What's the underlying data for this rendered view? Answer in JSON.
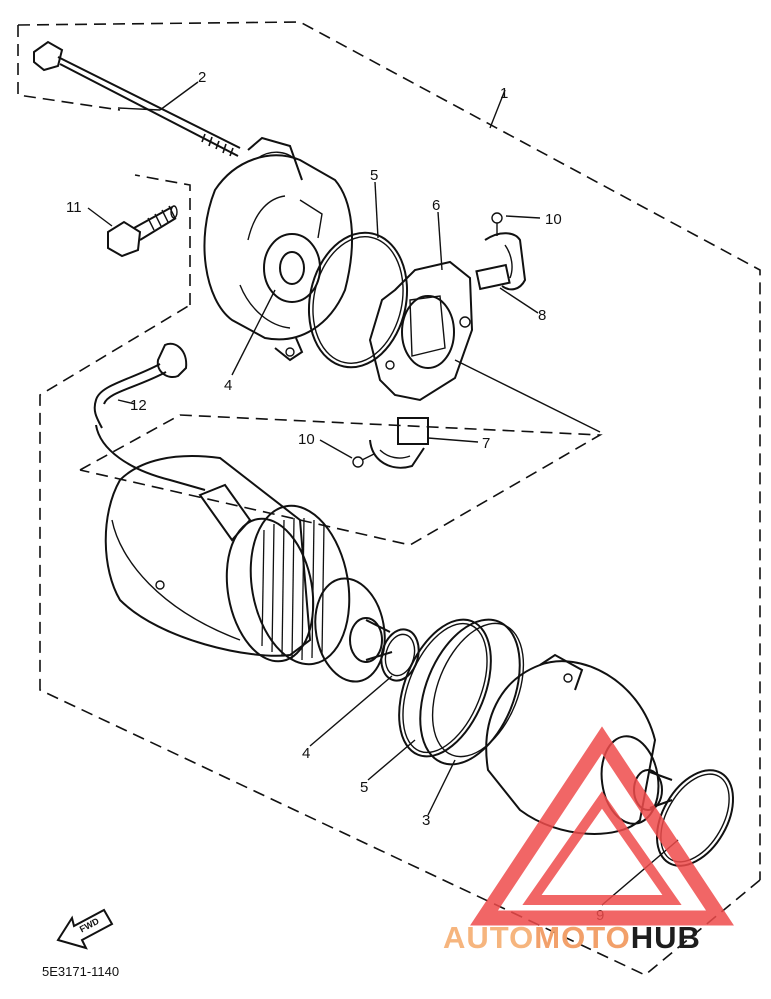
{
  "diagram": {
    "part_number": "5E3171-1140",
    "fwd_label": "FWD",
    "watermark": {
      "part1": "AUTO",
      "part2": "MOTO",
      "part3": "HUB",
      "colors": {
        "auto": "#f6b57e",
        "moto": "#f2a06a",
        "hub": "#1d1d1d",
        "triangle": "#ee4b4b"
      }
    },
    "callouts": {
      "c1": "1",
      "c2": "2",
      "c3": "3",
      "c4a": "4",
      "c4b": "4",
      "c5a": "5",
      "c5b": "5",
      "c6": "6",
      "c7": "7",
      "c8": "8",
      "c9": "9",
      "c10a": "10",
      "c10b": "10",
      "c11": "11",
      "c12": "12"
    }
  }
}
